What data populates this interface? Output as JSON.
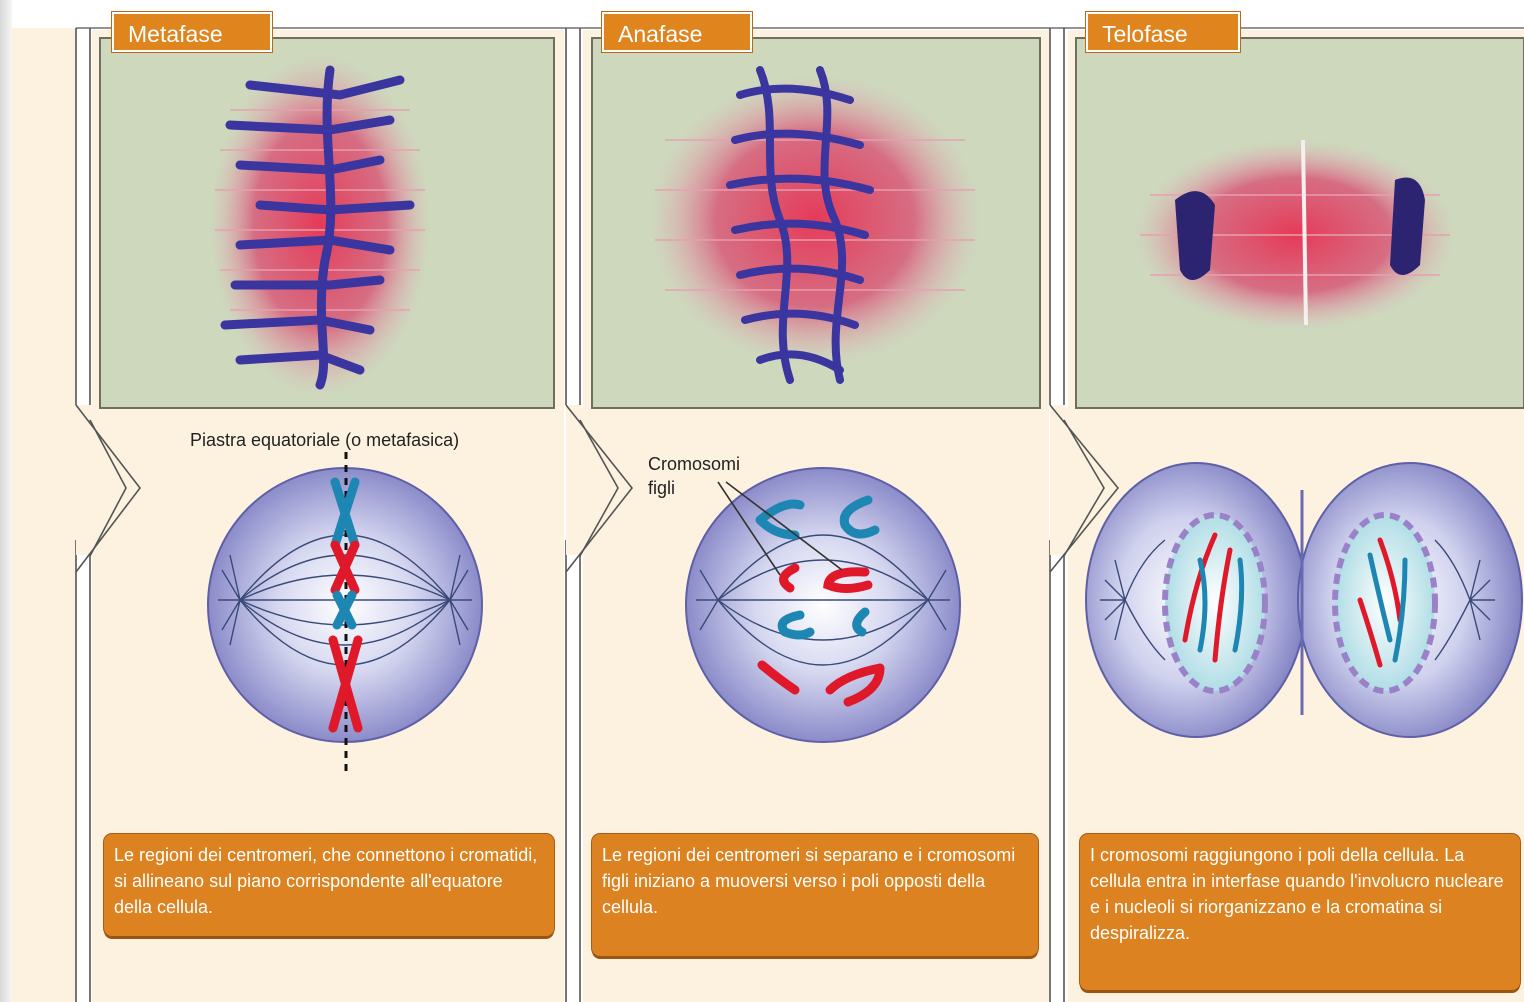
{
  "phases": [
    {
      "name": "Metafase",
      "caption": "Le regioni dei centromeri, che connettono i cromatidi, si allineano sul piano corrispondente all'equatore della cellula."
    },
    {
      "name": "Anafase",
      "caption": "Le regioni dei centromeri si separano e i cromosomi figli iniziano a muoversi verso i poli opposti della cellula."
    },
    {
      "name": "Telofase",
      "caption": "I cromosomi raggiungono i poli della cellula. La cellula entra in interfase quando l'involucro nucleare e i nucleoli si riorganizzano e la cromatina si despiralizza."
    }
  ],
  "labels": {
    "equatorial_plate": "Piastra equatoriale (o metafasica)",
    "daughter_chromosomes": "Cromosomi figli"
  },
  "colors": {
    "panel_bg": "#fdf2df",
    "orange": "#e0841e",
    "photo_bg": "#cfd9bf",
    "cell_purple": "#8c8ccc",
    "chromatid_red": "#e0192a",
    "chromatid_blue": "#1d86b3"
  }
}
